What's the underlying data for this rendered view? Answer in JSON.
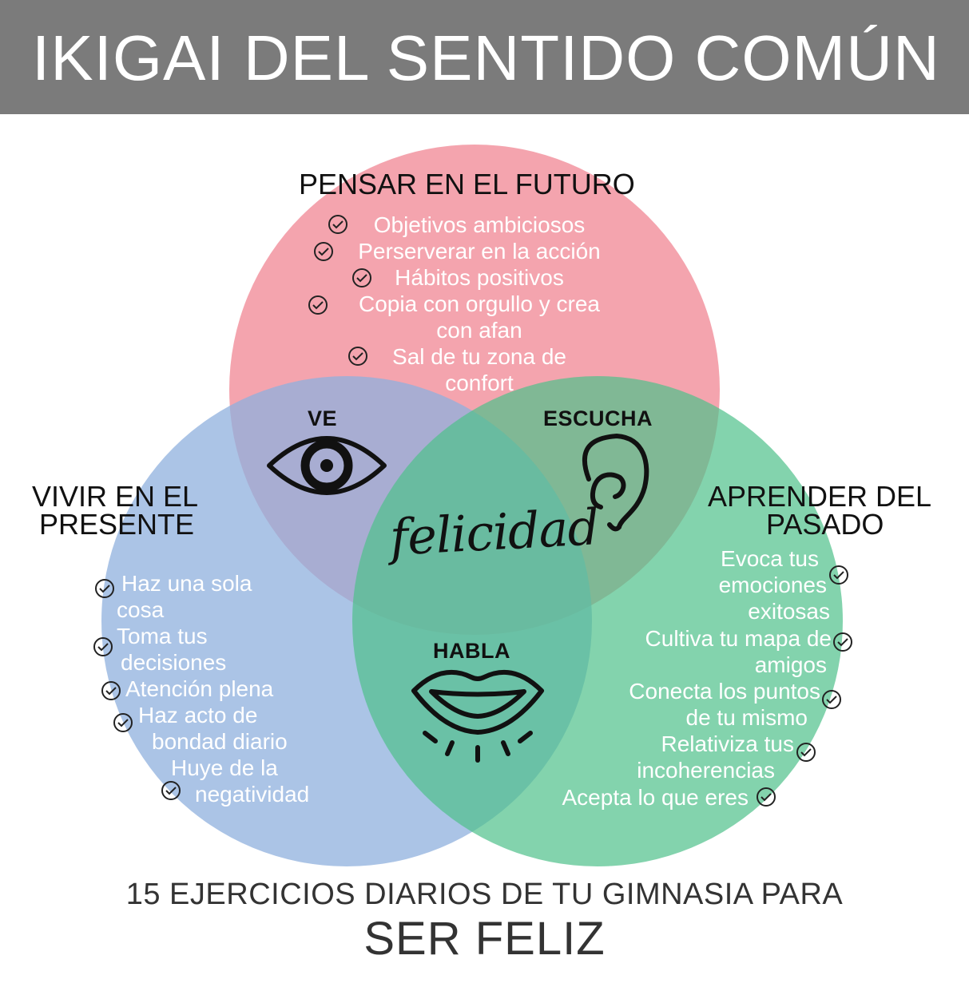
{
  "header": {
    "title": "IKIGAI DEL SENTIDO COMÚN"
  },
  "colors": {
    "header_bg": "#7b7b7b",
    "circle_top": "#f18a97",
    "circle_left": "#8fb0de",
    "circle_right": "#4fc08a",
    "item_text": "#ffffff"
  },
  "sections": {
    "future": {
      "title": "PENSAR EN EL FUTURO",
      "items": [
        "Objetivos ambiciosos",
        "Perserverar en la acción",
        "Hábitos positivos",
        "Copia con orgullo y crea",
        "con afan",
        "Sal de tu zona de",
        "confort"
      ]
    },
    "present": {
      "title_line1": "VIVIR EN EL",
      "title_line2": "PRESENTE",
      "items": [
        "Haz una sola",
        "cosa",
        "Toma tus",
        "decisiones",
        "Atención plena",
        "Haz acto de",
        "bondad diario",
        "Huye de la",
        "negatividad"
      ]
    },
    "past": {
      "title_line1": "APRENDER DEL",
      "title_line2": "PASADO",
      "items": [
        "Evoca tus",
        "emociones",
        "exitosas",
        "Cultiva tu mapa de",
        "amigos",
        "Conecta los puntos",
        "de tu mismo",
        "Relativiza tus",
        "incoherencias",
        "Acepta lo que eres"
      ]
    }
  },
  "overlaps": {
    "ve": {
      "label": "VE",
      "icon": "eye-icon"
    },
    "escucha": {
      "label": "ESCUCHA",
      "icon": "ear-icon"
    },
    "habla": {
      "label": "HABLA",
      "icon": "lips-icon"
    },
    "center": "felicidad"
  },
  "footer": {
    "line1": "15 EJERCICIOS DIARIOS DE TU GIMNASIA PARA",
    "line2": "SER FELIZ"
  }
}
